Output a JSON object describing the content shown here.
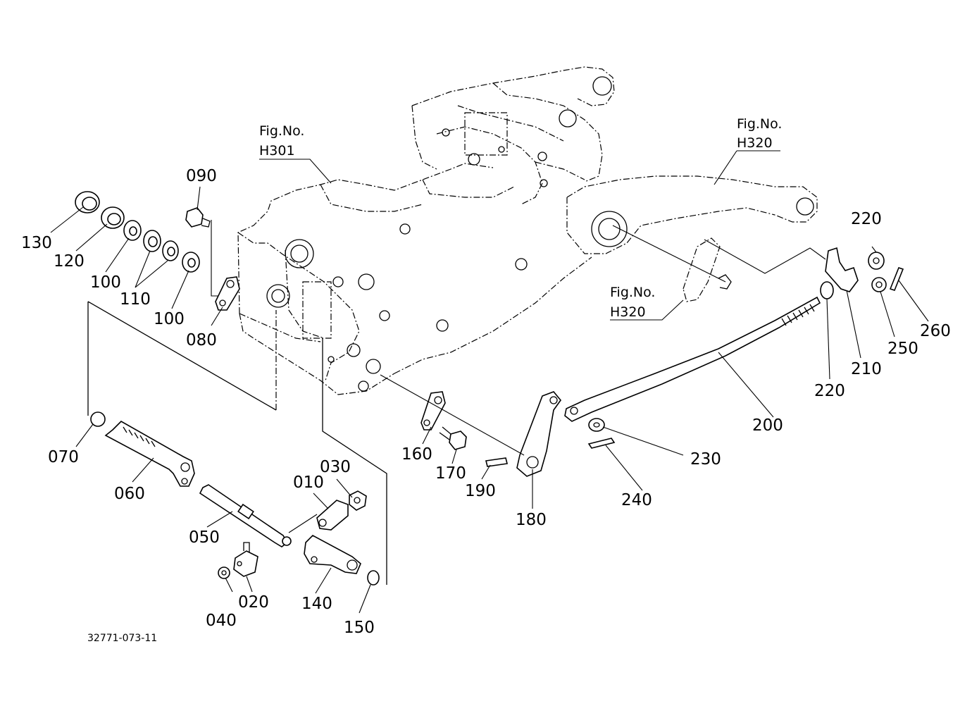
{
  "diagram": {
    "reference_code": "32771-073-11",
    "figure_refs": [
      {
        "id": "fig-h301",
        "title": "Fig.No.",
        "number": "H301"
      },
      {
        "id": "fig-h320-top",
        "title": "Fig.No.",
        "number": "H320"
      },
      {
        "id": "fig-h320-mid",
        "title": "Fig.No.",
        "number": "H320"
      }
    ],
    "part_labels": [
      {
        "id": "p130",
        "text": "130"
      },
      {
        "id": "p120",
        "text": "120"
      },
      {
        "id": "p100a",
        "text": "100"
      },
      {
        "id": "p110",
        "text": "110"
      },
      {
        "id": "p100b",
        "text": "100"
      },
      {
        "id": "p090",
        "text": "090"
      },
      {
        "id": "p080",
        "text": "080"
      },
      {
        "id": "p070",
        "text": "070"
      },
      {
        "id": "p060",
        "text": "060"
      },
      {
        "id": "p050",
        "text": "050"
      },
      {
        "id": "p010",
        "text": "010"
      },
      {
        "id": "p030",
        "text": "030"
      },
      {
        "id": "p040",
        "text": "040"
      },
      {
        "id": "p020",
        "text": "020"
      },
      {
        "id": "p140",
        "text": "140"
      },
      {
        "id": "p150",
        "text": "150"
      },
      {
        "id": "p160",
        "text": "160"
      },
      {
        "id": "p170",
        "text": "170"
      },
      {
        "id": "p190",
        "text": "190"
      },
      {
        "id": "p180",
        "text": "180"
      },
      {
        "id": "p200",
        "text": "200"
      },
      {
        "id": "p230",
        "text": "230"
      },
      {
        "id": "p240",
        "text": "240"
      },
      {
        "id": "p220a",
        "text": "220"
      },
      {
        "id": "p220b",
        "text": "220"
      },
      {
        "id": "p210",
        "text": "210"
      },
      {
        "id": "p250",
        "text": "250"
      },
      {
        "id": "p260",
        "text": "260"
      }
    ]
  }
}
